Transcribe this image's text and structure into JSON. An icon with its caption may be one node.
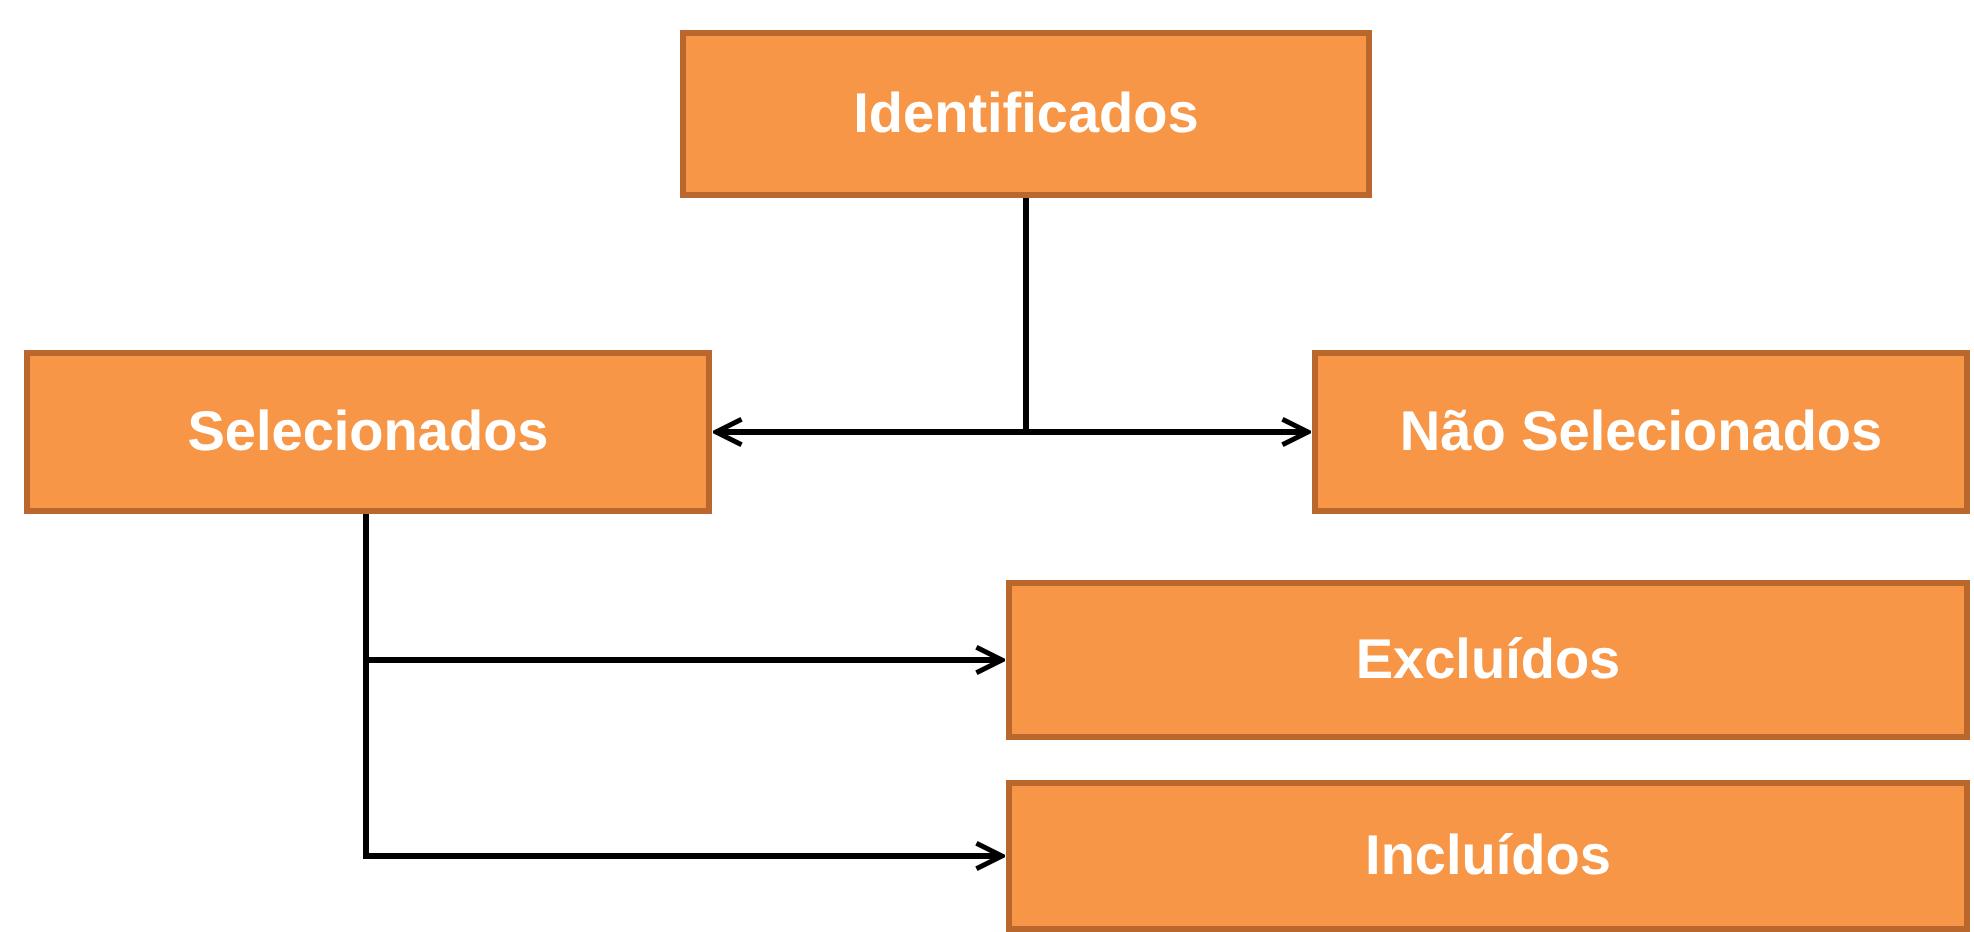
{
  "diagram": {
    "nodes": [
      {
        "text": [
          "Identificados"
        ]
      },
      {
        "text": [
          "Selecionados"
        ]
      },
      {
        "text": [
          "Não Selecionados"
        ]
      },
      {
        "text": [
          "Excluídos"
        ]
      },
      {
        "text": [
          "Incluídos"
        ]
      }
    ],
    "edges": [
      {
        "from": 0,
        "to": 1,
        "arrow": "to"
      },
      {
        "from": 0,
        "to": 2,
        "arrow": "to"
      },
      {
        "from": 1,
        "to": 3,
        "arrow": "to"
      },
      {
        "from": 1,
        "to": 4,
        "arrow": "to"
      }
    ]
  }
}
